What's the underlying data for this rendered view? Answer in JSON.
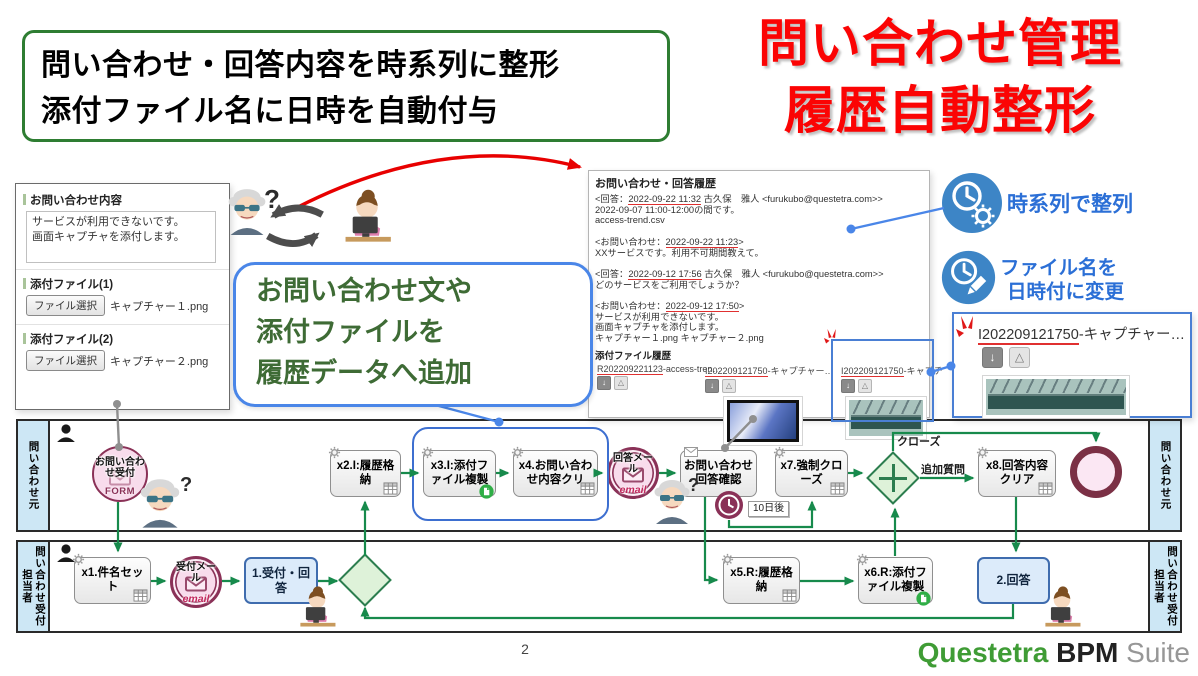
{
  "banner": {
    "line1": "問い合わせ・回答内容を時系列に整形",
    "line2": "添付ファイル名に日時を自動付与"
  },
  "title": {
    "line1": "問い合わせ管理",
    "line2": "履歴自動整形"
  },
  "form_panel": {
    "inquiry_label": "お問い合わせ内容",
    "inquiry_text_line1": "サービスが利用できないです。",
    "inquiry_text_line2": "画面キャプチャを添付します。",
    "attach1_label": "添付ファイル(1)",
    "attach2_label": "添付ファイル(2)",
    "file_button": "ファイル選択",
    "attach1_file": "キャプチャー１.png",
    "attach2_file": "キャプチャー２.png"
  },
  "bubble": {
    "line1": "お問い合わせ文や",
    "line2": "添付ファイルを",
    "line3": "履歴データへ追加"
  },
  "history_panel": {
    "title": "お問い合わせ・回答履歴",
    "lines": [
      {
        "pre": "<回答：",
        "date": "2022-09-22 11:32",
        "post": " 古久保　雅人 <furukubo@questetra.com>>"
      },
      {
        "text": "2022-09-07 11:00-12:00の間です。"
      },
      {
        "text": "access-trend.csv"
      },
      {
        "text": ""
      },
      {
        "pre": "<お問い合わせ：",
        "date": "2022-09-22 11:23",
        "post": ">"
      },
      {
        "text": "XXサービスです。利用不可期間教えて。"
      },
      {
        "text": ""
      },
      {
        "pre": "<回答：",
        "date": "2022-09-12 17:56",
        "post": " 古久保　雅人 <furukubo@questetra.com>>"
      },
      {
        "text": "どのサービスをご利用でしょうか？"
      },
      {
        "text": ""
      },
      {
        "pre": "<お問い合わせ：",
        "date": "2022-09-12 17:50",
        "post": ">"
      },
      {
        "text": "サービスが利用できないです。"
      },
      {
        "text": "画面キャプチャを添付します。"
      },
      {
        "text": "キャプチャー１.png キャプチャー２.png"
      }
    ],
    "attachments_title": "添付ファイル履歴",
    "files": [
      {
        "id": "R202209221123",
        "rest": "-access-tren…",
        "thumb": "none"
      },
      {
        "id": "I202209121750",
        "rest": "-キャプチャー…",
        "thumb": "blue"
      },
      {
        "id": "I202209121750",
        "rest": "-キャプチ",
        "thumb": "teal"
      }
    ],
    "download_glyph": "↓",
    "upload_glyph": "△"
  },
  "callouts": {
    "sort_label": "時系列で整列",
    "rename_line1": "ファイル名を",
    "rename_line2": "日時付に変更"
  },
  "file_zoom": {
    "id": "I202209121750",
    "rest": "-キャプチャー…"
  },
  "bpmn": {
    "lane_customer": "問い合わせ元",
    "lane_operator": "問い合わせ受付担当者",
    "nodes": {
      "start": {
        "label": "お問い合わせ受付",
        "sub": "FORM"
      },
      "x1": {
        "label": "x1.件名セット"
      },
      "recv_mail": {
        "label": "受付メール",
        "sub": "email"
      },
      "t1": {
        "label": "1.受付・回答"
      },
      "x2": {
        "label": "x2.I:履歴格納"
      },
      "x3": {
        "label": "x3.I:添付ファイル複製"
      },
      "x4": {
        "label": "x4.お問い合わせ内容クリ"
      },
      "answer_mail": {
        "label": "回答メール",
        "sub": "email"
      },
      "confirm": {
        "label": "お問い合わせ回答確認"
      },
      "timer_label": "10日後",
      "x7": {
        "label": "x7.強制クローズ"
      },
      "close_label": "クローズ",
      "addq_label": "追加質問",
      "x8": {
        "label": "x8.回答内容クリア"
      },
      "x5": {
        "label": "x5.R:履歴格納"
      },
      "x6": {
        "label": "x6.R:添付ファイル複製"
      },
      "t2": {
        "label": "2.回答"
      }
    }
  },
  "footer": {
    "page": "2",
    "logo_part1": "Questetra",
    "logo_part2": "BPM",
    "logo_part3": "Suite"
  },
  "colors": {
    "accent_green": "#2e7d32",
    "title_red": "#fb0404",
    "flow_green": "#178a4c",
    "event_maroon": "#8a3157",
    "callout_blue": "#2b6fd6",
    "highlight_blue": "#4a7fd4",
    "logo_green": "#3f9c35"
  }
}
